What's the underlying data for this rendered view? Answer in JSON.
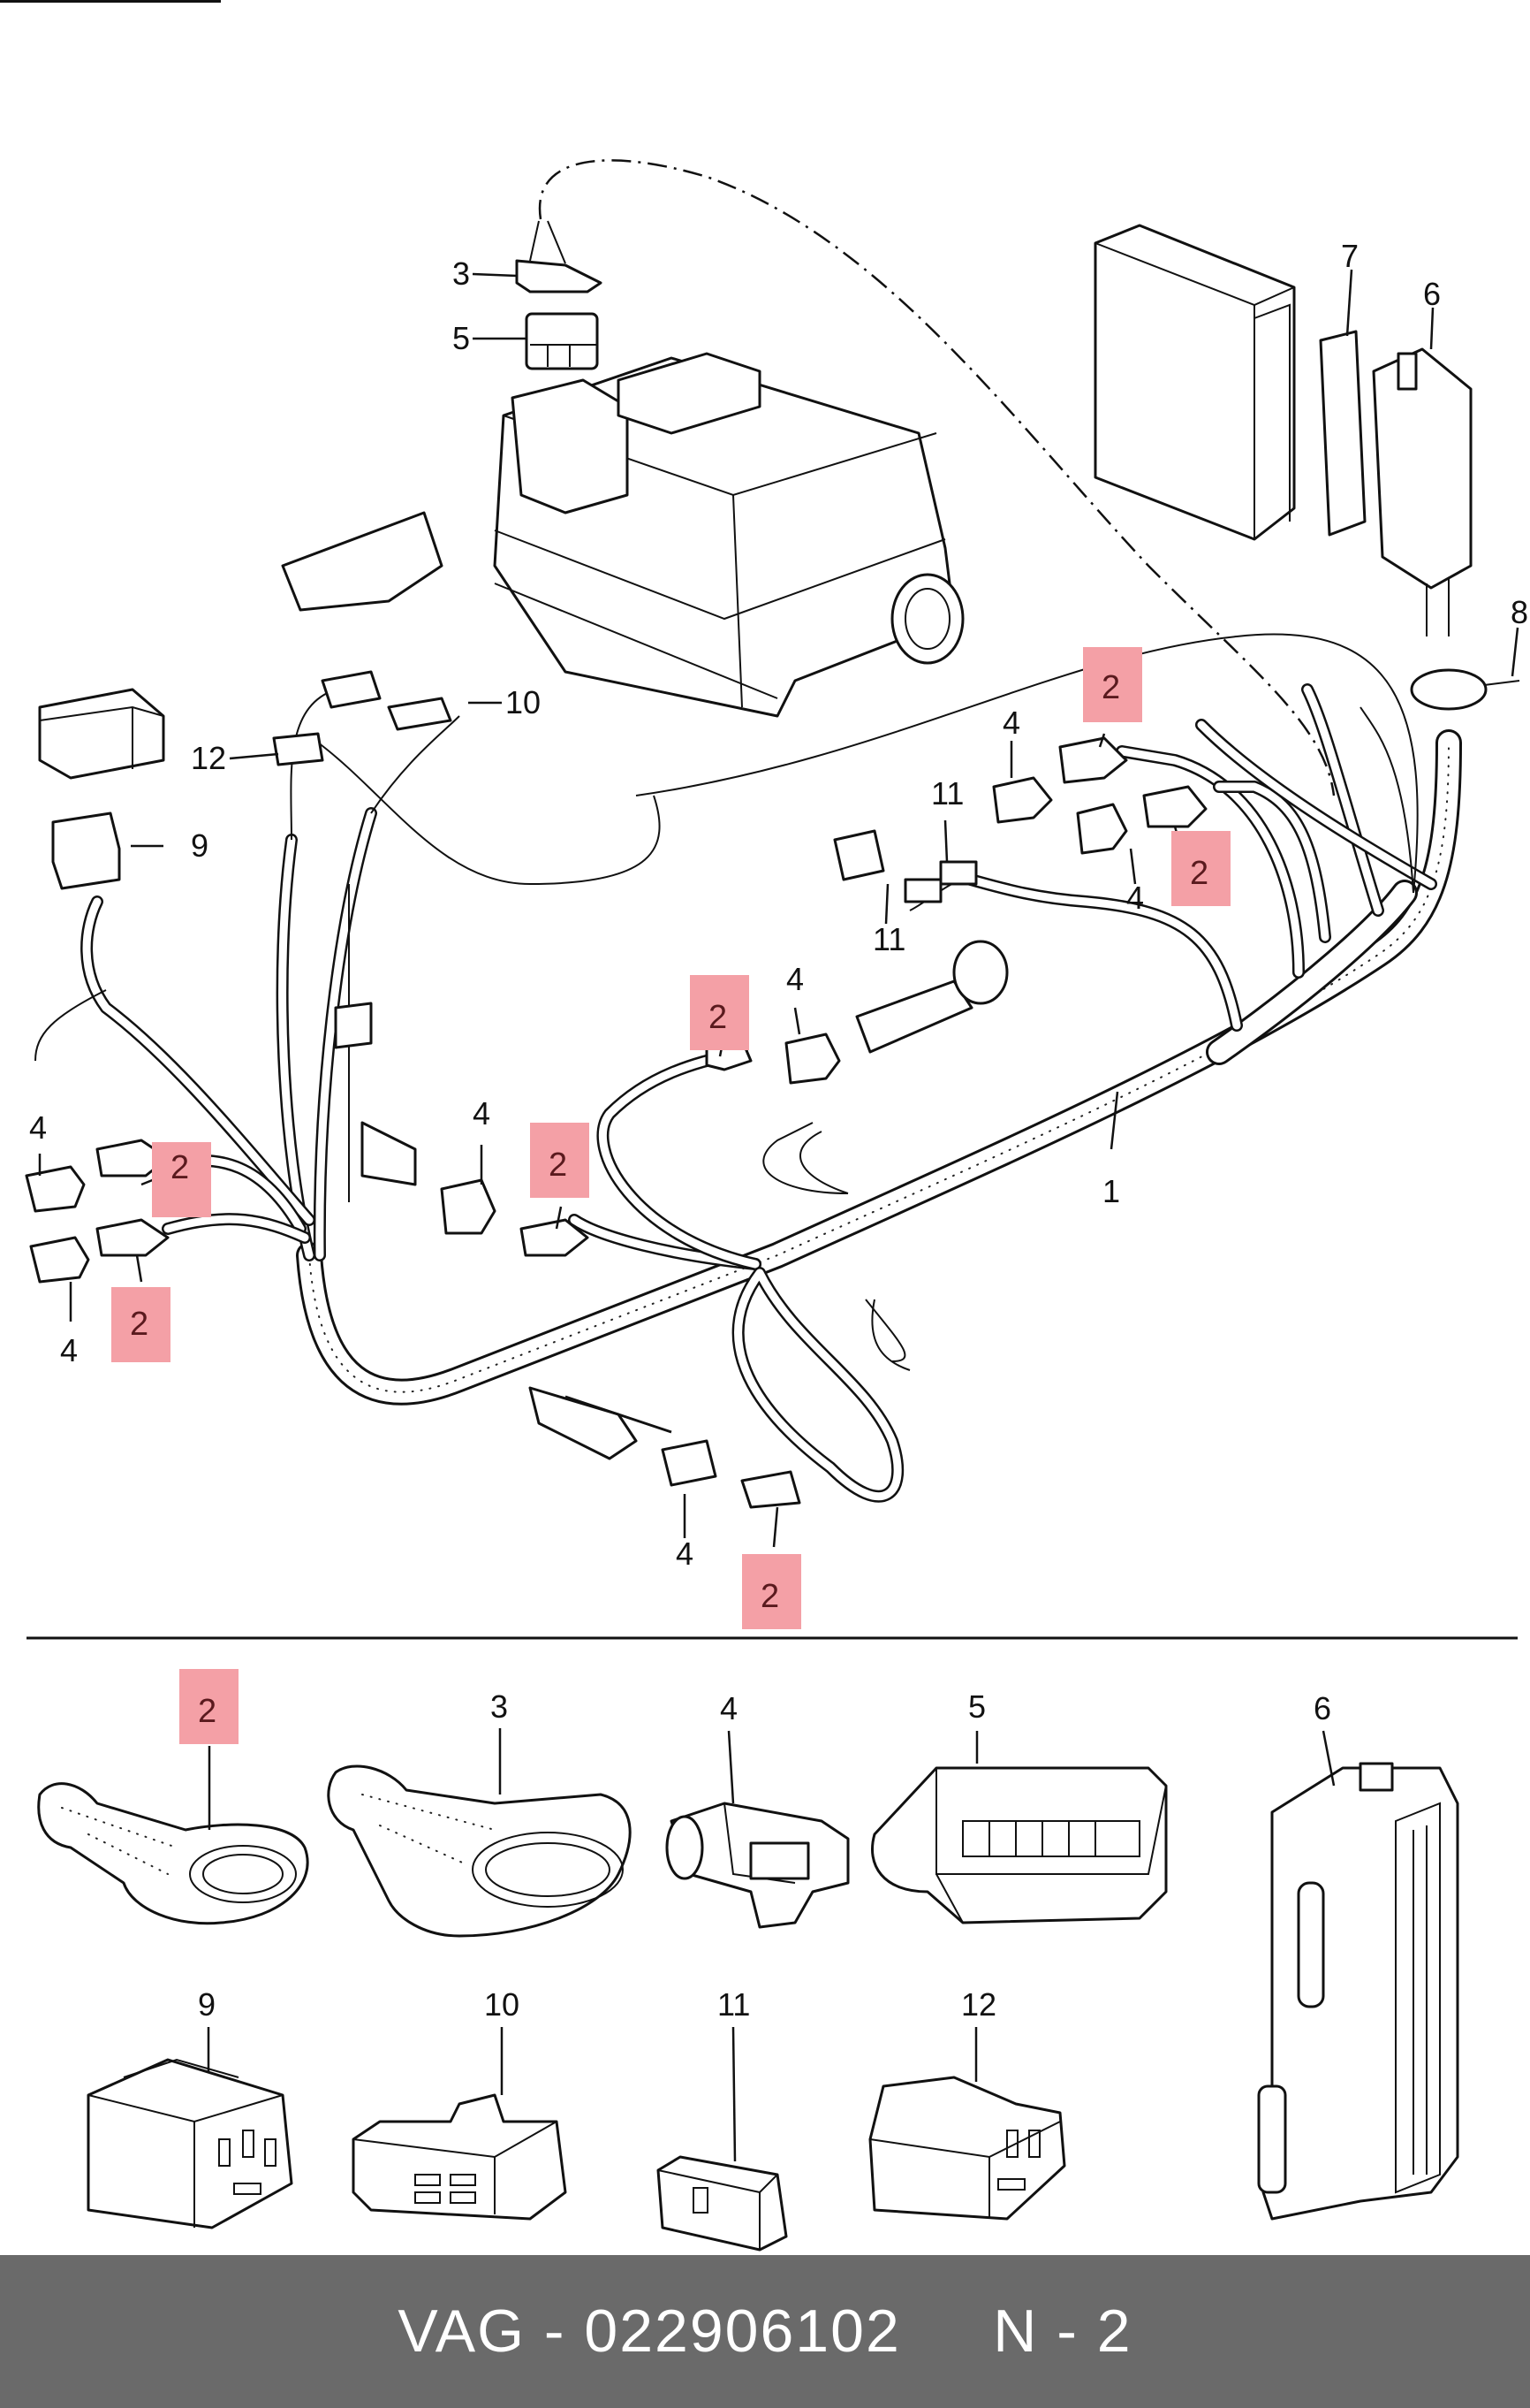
{
  "footer": {
    "text": "VAG - 022906102     N - 2"
  },
  "colors": {
    "highlight": "#f4a0a6",
    "footer_bg": "#6a6a6a",
    "line": "#111111"
  },
  "callouts": {
    "c1": "1",
    "c2": "2",
    "c3": "3",
    "c4": "4",
    "c5": "5",
    "c6": "6",
    "c7": "7",
    "c8": "8",
    "c9": "9",
    "c10": "10",
    "c11": "11",
    "c12": "12"
  },
  "icons": [
    "wiring-harness",
    "connector-housing",
    "control-unit",
    "relay",
    "fuse-box",
    "sensor"
  ]
}
